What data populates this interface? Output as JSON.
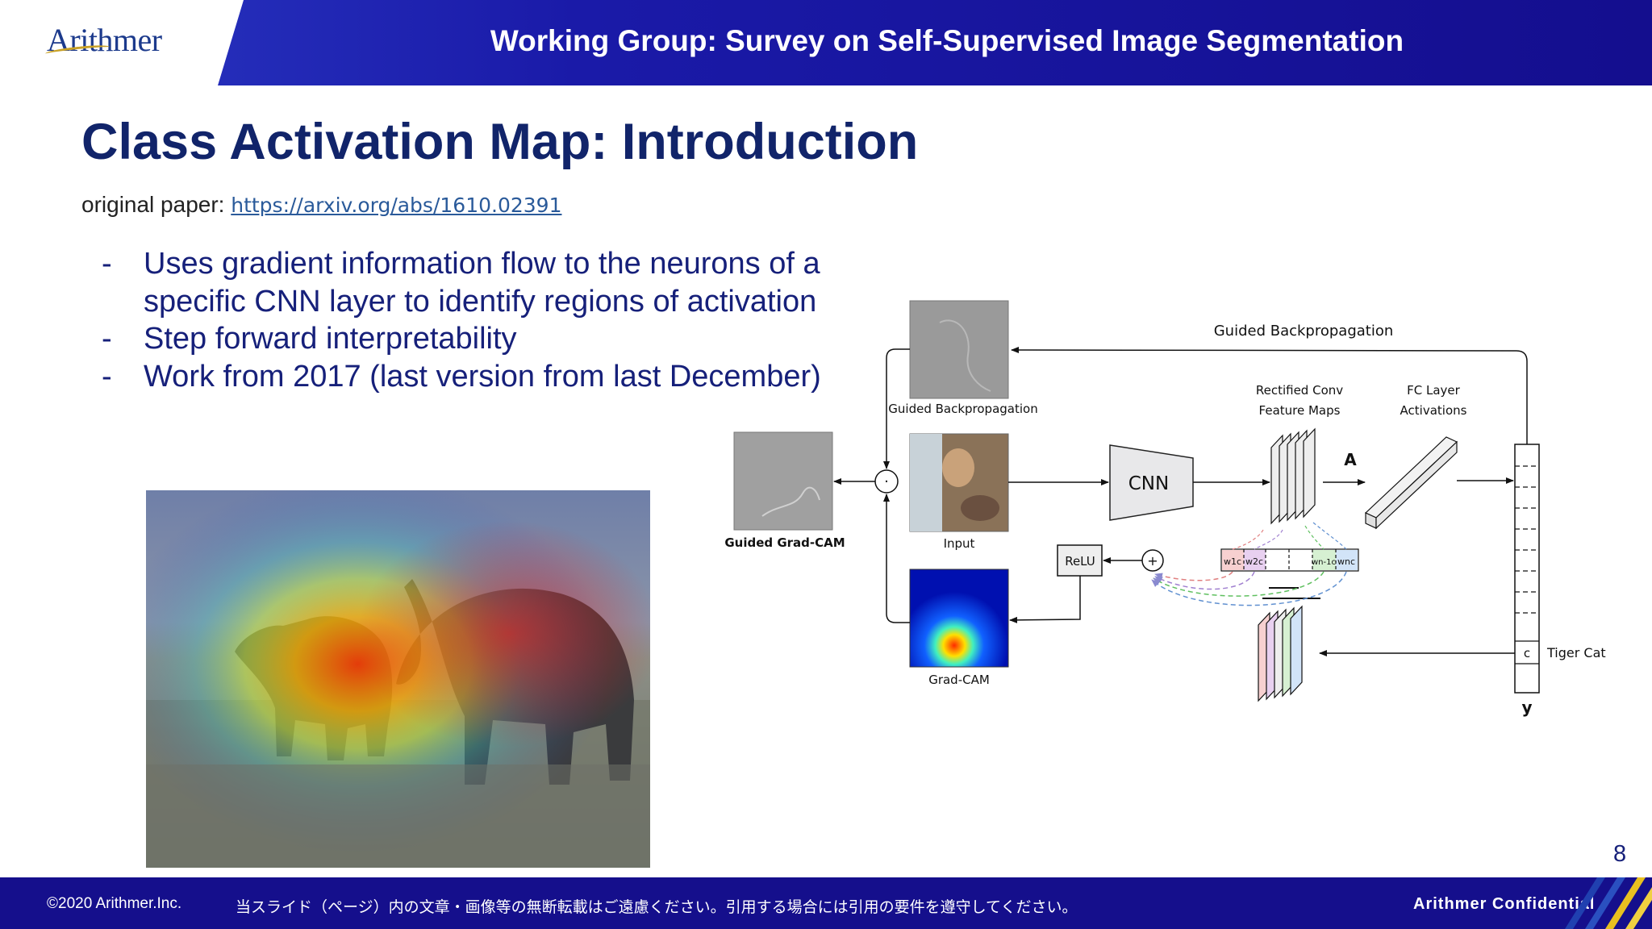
{
  "header": {
    "logo_text": "Arithmer",
    "title": "Working Group: Survey on Self-Supervised Image Segmentation",
    "accent_color": "#1a1aa8"
  },
  "slide": {
    "title": "Class Activation Map: Introduction",
    "paper_label": "original paper:",
    "paper_link": "https://arxiv.org/abs/1610.02391",
    "bullets": [
      "Uses gradient information flow to the neurons of a specific CNN layer to identify regions of activation",
      "Step forward interpretability",
      "Work from 2017 (last version from last December)"
    ],
    "bullet_marker": "-",
    "page_number": "8"
  },
  "diagram": {
    "guided_backprop_top": "Guided Backpropagation",
    "guided_backprop_img": "Guided Backpropagation",
    "rectified_1": "Rectified Conv",
    "rectified_2": "Feature Maps",
    "fc_1": "FC Layer",
    "fc_2": "Activations",
    "cnn": "CNN",
    "a_label": "A",
    "guided_gradcam": "Guided Grad-CAM",
    "input": "Input",
    "relu": "ReLU",
    "gradcam": "Grad-CAM",
    "class_c": "c",
    "tiger_cat": "Tiger Cat",
    "y_label": "y",
    "dot_symbol": "·",
    "plus_symbol": "+",
    "weights": [
      "w1c",
      "w2c",
      "wn-1c",
      "wnc"
    ]
  },
  "footer": {
    "copyright": "©2020 Arithmer.Inc.",
    "note": "当スライド（ページ）内の文章・画像等の無断転載はご遠慮ください。引用する場合には引用の要件を遵守してください。",
    "confidential": "Arithmer Confidential",
    "color": "#150f8c"
  }
}
